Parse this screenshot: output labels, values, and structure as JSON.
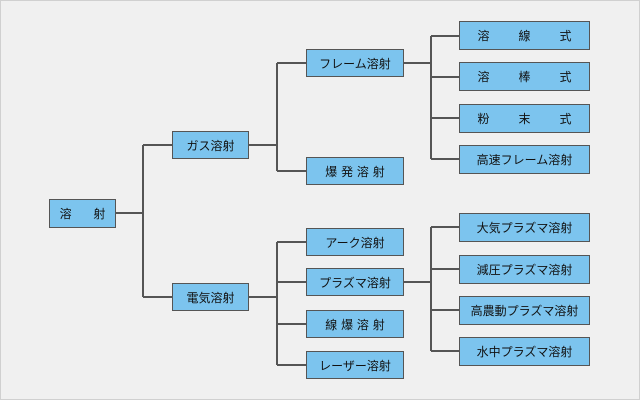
{
  "root": {
    "label": "溶 射"
  },
  "level1": {
    "gas": {
      "label": "ガス溶射"
    },
    "electric": {
      "label": "電気溶射"
    }
  },
  "gas_children": {
    "flame": {
      "label": "フレーム溶射"
    },
    "explosion": {
      "label": "爆 発 溶 射"
    }
  },
  "flame_children": [
    {
      "label": "溶 線 式"
    },
    {
      "label": "溶 棒 式"
    },
    {
      "label": "粉 末 式"
    },
    {
      "label": "高速フレーム溶射"
    }
  ],
  "electric_children": {
    "arc": {
      "label": "アーク溶射"
    },
    "plasma": {
      "label": "プラズマ溶射"
    },
    "wire_explosion": {
      "label": "線 爆 溶 射"
    },
    "laser": {
      "label": "レーザー溶射"
    }
  },
  "plasma_children": [
    {
      "label": "大気プラズマ溶射"
    },
    {
      "label": "減圧プラズマ溶射"
    },
    {
      "label": "高農動プラズマ溶射"
    },
    {
      "label": "水中プラズマ溶射"
    }
  ]
}
